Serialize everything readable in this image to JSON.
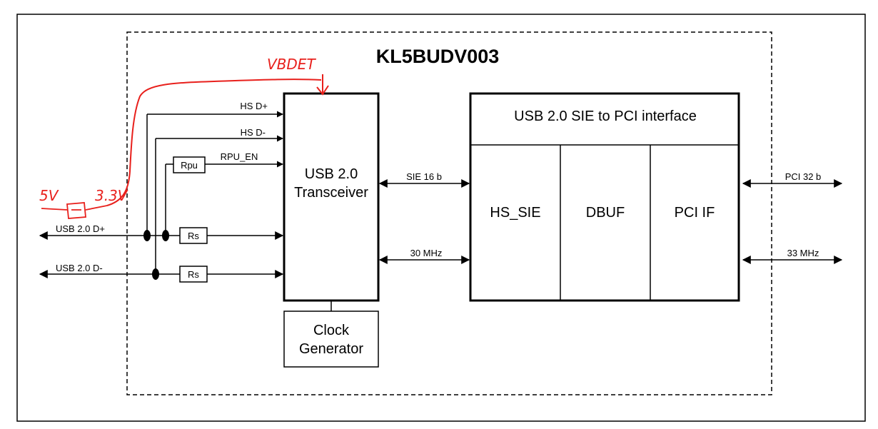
{
  "chip": {
    "title": "KL5BUDV003"
  },
  "blocks": {
    "transceiver": [
      "USB 2.0",
      "Transceiver"
    ],
    "clock": [
      "Clock",
      "Generator"
    ],
    "sie_header": "USB 2.0 SIE to PCI interface",
    "hs_sie": "HS_SIE",
    "dbuf": "DBUF",
    "pci_if": "PCI IF",
    "rpu": "Rpu",
    "rs1": "Rs",
    "rs2": "Rs"
  },
  "signals": {
    "hs_dp": "HS D+",
    "hs_dm": "HS D-",
    "rpu_en": "RPU_EN",
    "usb_dp": "USB 2.0 D+",
    "usb_dm": "USB 2.0  D-",
    "sie16": "SIE 16 b",
    "mhz30": "30 MHz",
    "pci32": "PCI 32 b",
    "mhz33": "33 MHz"
  },
  "annotations": {
    "vbdet": "VBDET",
    "v5": "5V",
    "v33": "3.3V",
    "color": "#e8201c"
  }
}
